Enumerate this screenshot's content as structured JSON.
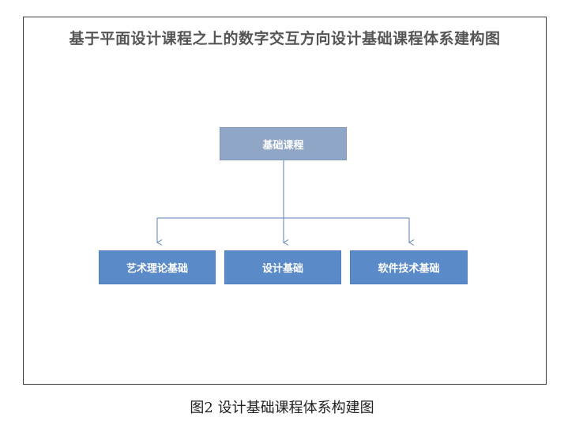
{
  "diagram": {
    "title": "基于平面设计课程之上的数字交互方向设计基础课程体系建构图",
    "root": {
      "label": "基础课程"
    },
    "children": [
      {
        "label": "艺术理论基础"
      },
      {
        "label": "设计基础"
      },
      {
        "label": "软件技术基础"
      }
    ],
    "colors": {
      "root_fill": "#8fa6c7",
      "child_fill": "#5b8ac8",
      "connector": "#5b7fb5",
      "title_text": "#555555"
    }
  },
  "caption": "图2 设计基础课程体系构建图"
}
